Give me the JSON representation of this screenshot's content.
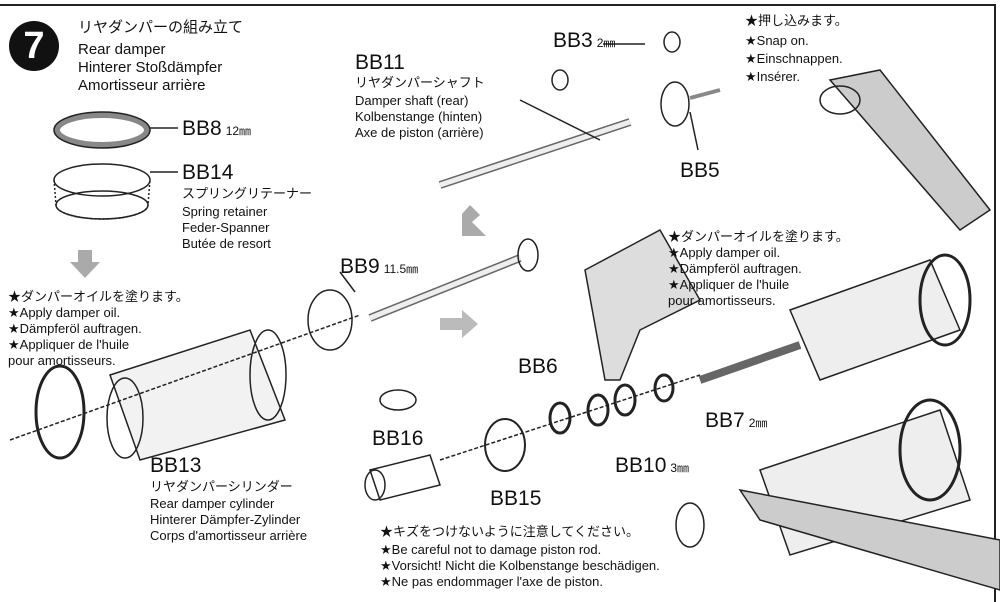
{
  "step": {
    "number": "7",
    "title_jp": "リヤダンパーの組み立て",
    "title_en": "Rear damper",
    "title_de": "Hinterer Stoßdämpfer",
    "title_fr": "Amortisseur arrière"
  },
  "parts": {
    "bb11": {
      "code": "BB11",
      "jp": "リヤダンパーシャフト",
      "en": "Damper shaft  (rear)",
      "de": "Kolbenstange (hinten)",
      "fr": "Axe de piston (arrière)"
    },
    "bb3": {
      "code": "BB3",
      "size": "2㎜"
    },
    "bb5": {
      "code": "BB5"
    },
    "bb8": {
      "code": "BB8",
      "size": "12㎜"
    },
    "bb14": {
      "code": "BB14",
      "jp": "スプリングリテーナー",
      "en": "Spring retainer",
      "de": "Feder-Spanner",
      "fr": "Butée de resort"
    },
    "bb9": {
      "code": "BB9",
      "size": "11.5㎜"
    },
    "bb6": {
      "code": "BB6"
    },
    "bb7": {
      "code": "BB7",
      "size": "2㎜"
    },
    "bb10": {
      "code": "BB10",
      "size": "3㎜"
    },
    "bb16": {
      "code": "BB16"
    },
    "bb15": {
      "code": "BB15"
    },
    "bb13": {
      "code": "BB13",
      "jp": "リヤダンパーシリンダー",
      "en": "Rear damper cylinder",
      "de": "Hinterer Dämpfer-Zylinder",
      "fr": "Corps d'amortisseur arrière"
    }
  },
  "notes": {
    "snap": [
      "★押し込みます。",
      "★Snap on.",
      "★Einschnappen.",
      "★Insérer."
    ],
    "oil_left": [
      "★ダンパーオイルを塗ります。",
      "★Apply damper oil.",
      "★Dämpferöl auftragen.",
      "★Appliquer de l'huile",
      "pour amortisseurs."
    ],
    "oil_right": [
      "★ダンパーオイルを塗ります。",
      "★Apply damper oil.",
      "★Dämpferöl auftragen.",
      "★Appliquer de l'huile",
      "pour amortisseurs."
    ],
    "careful": [
      "★キズをつけないように注意してください。",
      "★Be careful not to damage piston rod.",
      "★Vorsicht! Nicht die Kolbenstange beschädigen.",
      "★Ne pas endommager l'axe de piston."
    ]
  }
}
